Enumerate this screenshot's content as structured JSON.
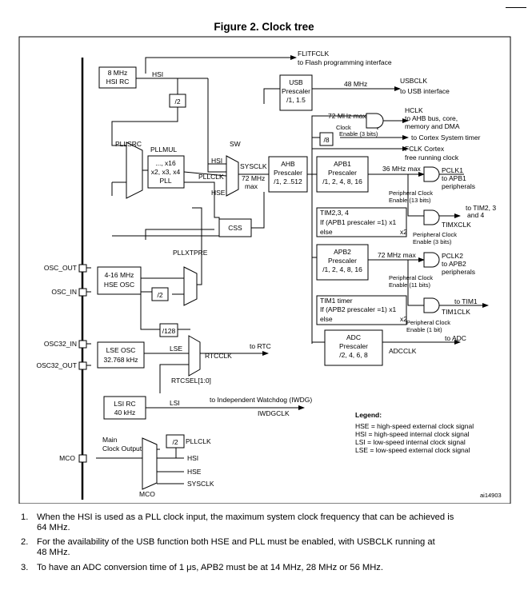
{
  "title": "Figure 2. Clock tree",
  "labels": {
    "flitfclk": "FLITFCLK",
    "flitf_desc": "to Flash programming interface",
    "hsirc_l1": "8 MHz",
    "hsirc_l2": "HSI RC",
    "hsi": "HSI",
    "div2": "/2",
    "usb_l1": "USB",
    "usb_l2": "Prescaler",
    "usb_l3": "/1, 1.5",
    "usb_48": "48 MHz",
    "usbclk": "USBCLK",
    "usbclk_desc": "to USB interface",
    "mhz72max": "72 MHz max",
    "hclk": "HCLK",
    "hclk_d1": "to AHB bus, core,",
    "hclk_d2": "memory and DMA",
    "clock_enable_l1": "Clock",
    "clock_enable_l2": "Enable (3 bits)",
    "div8": "/8",
    "cortex_timer": "to Cortex System timer",
    "fclk_l1": "FCLK Cortex",
    "fclk_l2": "free running clock",
    "pllsrc": "PLLSRC",
    "pllmul": "PLLMUL",
    "pll_l1": "..., x16",
    "pll_l2": "x2, x3, x4",
    "pll_l3": "PLL",
    "sw": "SW",
    "sw_hsi": "HSI",
    "pllclk": "PLLCLK",
    "sw_hse": "HSE",
    "sysclk": "SYSCLK",
    "sys_72_l1": "72 MHz",
    "sys_72_l2": "max",
    "ahb_l1": "AHB",
    "ahb_l2": "Prescaler",
    "ahb_l3": "/1, 2..512",
    "apb1_l1": "APB1",
    "apb1_l2": "Prescaler",
    "apb1_l3": "/1, 2, 4, 8, 16",
    "apb1_36": "36 MHz max",
    "pclk1": "PCLK1",
    "pclk1_d1": "to APB1",
    "pclk1_d2": "peripherals",
    "per_clk": "Peripheral Clock",
    "en13": "Enable (13 bits)",
    "tim234": "TIM2,3, 4",
    "tim_if1": "If (APB1 prescaler =1) x1",
    "else": "else",
    "x2": "x2",
    "tim234_d1": "to TIM2, 3",
    "tim234_d2": "and 4",
    "timxclk": "TIMXCLK",
    "en3": "Enable (3 bits)",
    "css": "CSS",
    "apb2_l1": "APB2",
    "apb2_l2": "Prescaler",
    "apb2_l3": "/1, 2, 4, 8, 16",
    "apb2_72": "72 MHz max",
    "pclk2": "PCLK2",
    "pclk2_d1": "to APB2",
    "pclk2_d2": "peripherals",
    "en11": "Enable (11 bits)",
    "pllxtpre": "PLLXTPRE",
    "osc_out": "OSC_OUT",
    "osc_in": "OSC_IN",
    "hse_l1": "4-16 MHz",
    "hse_l2": "HSE OSC",
    "tim1": "TIM1 timer",
    "tim_if2": "If (APB2 prescaler =1) x1",
    "tim1_d": "to TIM1",
    "tim1clk": "TIM1CLK",
    "en1": "Enable (1 bit)",
    "div128": "/128",
    "adc_l1": "ADC",
    "adc_l2": "Prescaler",
    "adc_l3": "/2, 4, 6, 8",
    "adcclk": "ADCCLK",
    "to_adc": "to ADC",
    "osc32_in": "OSC32_IN",
    "osc32_out": "OSC32_OUT",
    "lse_l1": "LSE OSC",
    "lse_l2": "32.768 kHz",
    "lse": "LSE",
    "rtcclk": "RTCCLK",
    "to_rtc": "to RTC",
    "rtcsel": "RTCSEL[1:0]",
    "lsirc_l1": "LSI RC",
    "lsirc_l2": "40 kHz",
    "lsi": "LSI",
    "iwdg_desc": "to Independent Watchdog (IWDG)",
    "iwdgclk": "IWDGCLK",
    "legend_title": "Legend:",
    "legend_1": "HSE = high-speed external clock signal",
    "legend_2": "HSI = high-speed internal clock signal",
    "legend_3": "LSI = low-speed internal clock signal",
    "legend_4": "LSE = low-speed external clock signal",
    "mco_main_l1": "Main",
    "mco_main_l2": "Clock Output",
    "mco": "MCO",
    "mco_div2": "/2",
    "mco_pllclk": "PLLCLK",
    "mco_hsi": "HSI",
    "mco_hse": "HSE",
    "mco_sysclk": "SYSCLK",
    "mco_sel": "MCO",
    "fig_id": "ai14903"
  },
  "notes": [
    {
      "num": "1.",
      "line1": "When the HSI is used as a PLL clock input, the maximum system clock frequency that can be achieved is",
      "line2": "64 MHz."
    },
    {
      "num": "2.",
      "line1": "For the availability of the USB function both HSE and PLL must be enabled, with USBCLK running at",
      "line2": "48 MHz."
    },
    {
      "num": "3.",
      "line1": "To have an ADC conversion time of 1 μs, APB2 must be at 14 MHz, 28 MHz or 56 MHz.",
      "line2": ""
    }
  ]
}
